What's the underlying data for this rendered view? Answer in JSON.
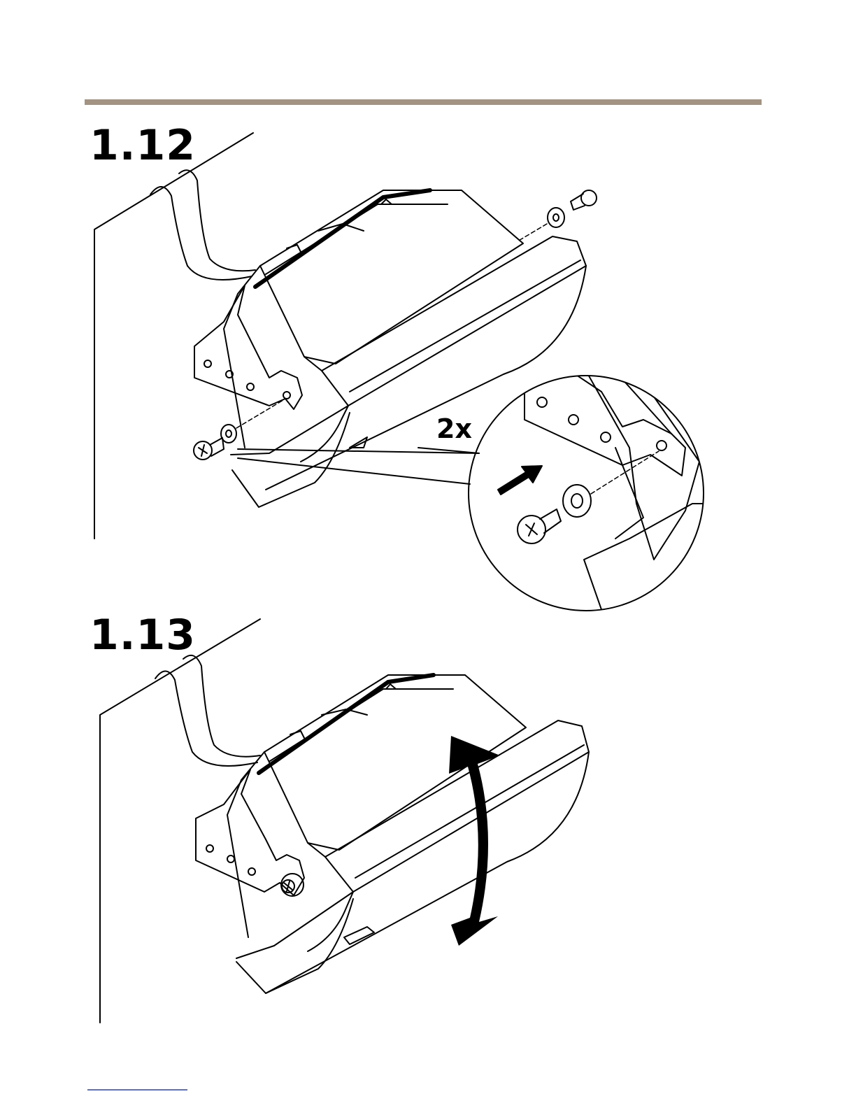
{
  "steps": [
    {
      "number": "1.12",
      "quantity_label": "2x"
    },
    {
      "number": "1.13"
    }
  ],
  "colors": {
    "rule": "#a39383",
    "footer_link": "#5b6fd4",
    "ink": "#000000"
  },
  "icons": [
    "screw-icon",
    "washer-icon",
    "insert-arrow-icon",
    "tilt-arrow-icon"
  ]
}
